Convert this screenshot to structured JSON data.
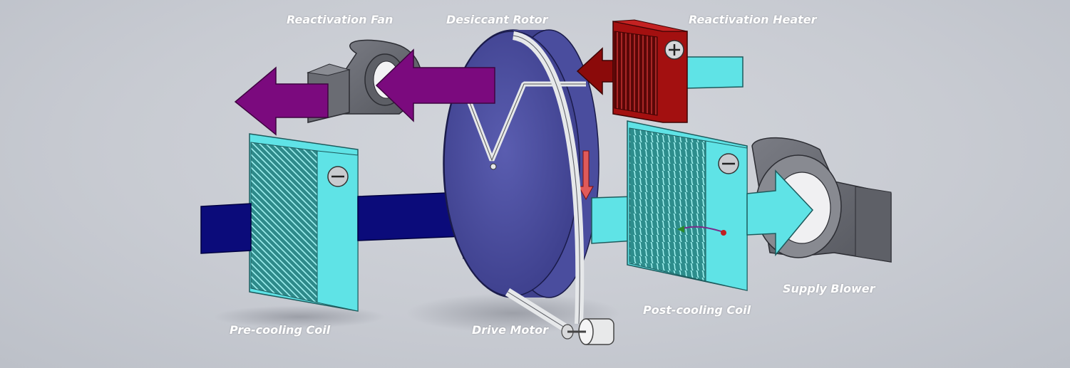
{
  "labels": {
    "reactivation_fan": "Reactivation Fan",
    "desiccant_rotor": "Desiccant Rotor",
    "reactivation_heater": "Reactivation Heater",
    "supply_blower": "Supply Blower",
    "post_cooling_coil": "Post-cooling Coil",
    "pre_cooling_coil": "Pre-cooling Coil",
    "drive_motor": "Drive Motor"
  },
  "colors": {
    "background": "#c5c8cf",
    "process_air_in": "#0b0b7a",
    "process_air_out": "#5fe3e6",
    "reactivation_air": "#7b0a7e",
    "heated_air": "#8b0a0a",
    "coil_frame": "#5fe3e6",
    "rotor": "#4a4d9e",
    "fan_housing": "#6e7078",
    "belt": "#e6e8ea"
  }
}
